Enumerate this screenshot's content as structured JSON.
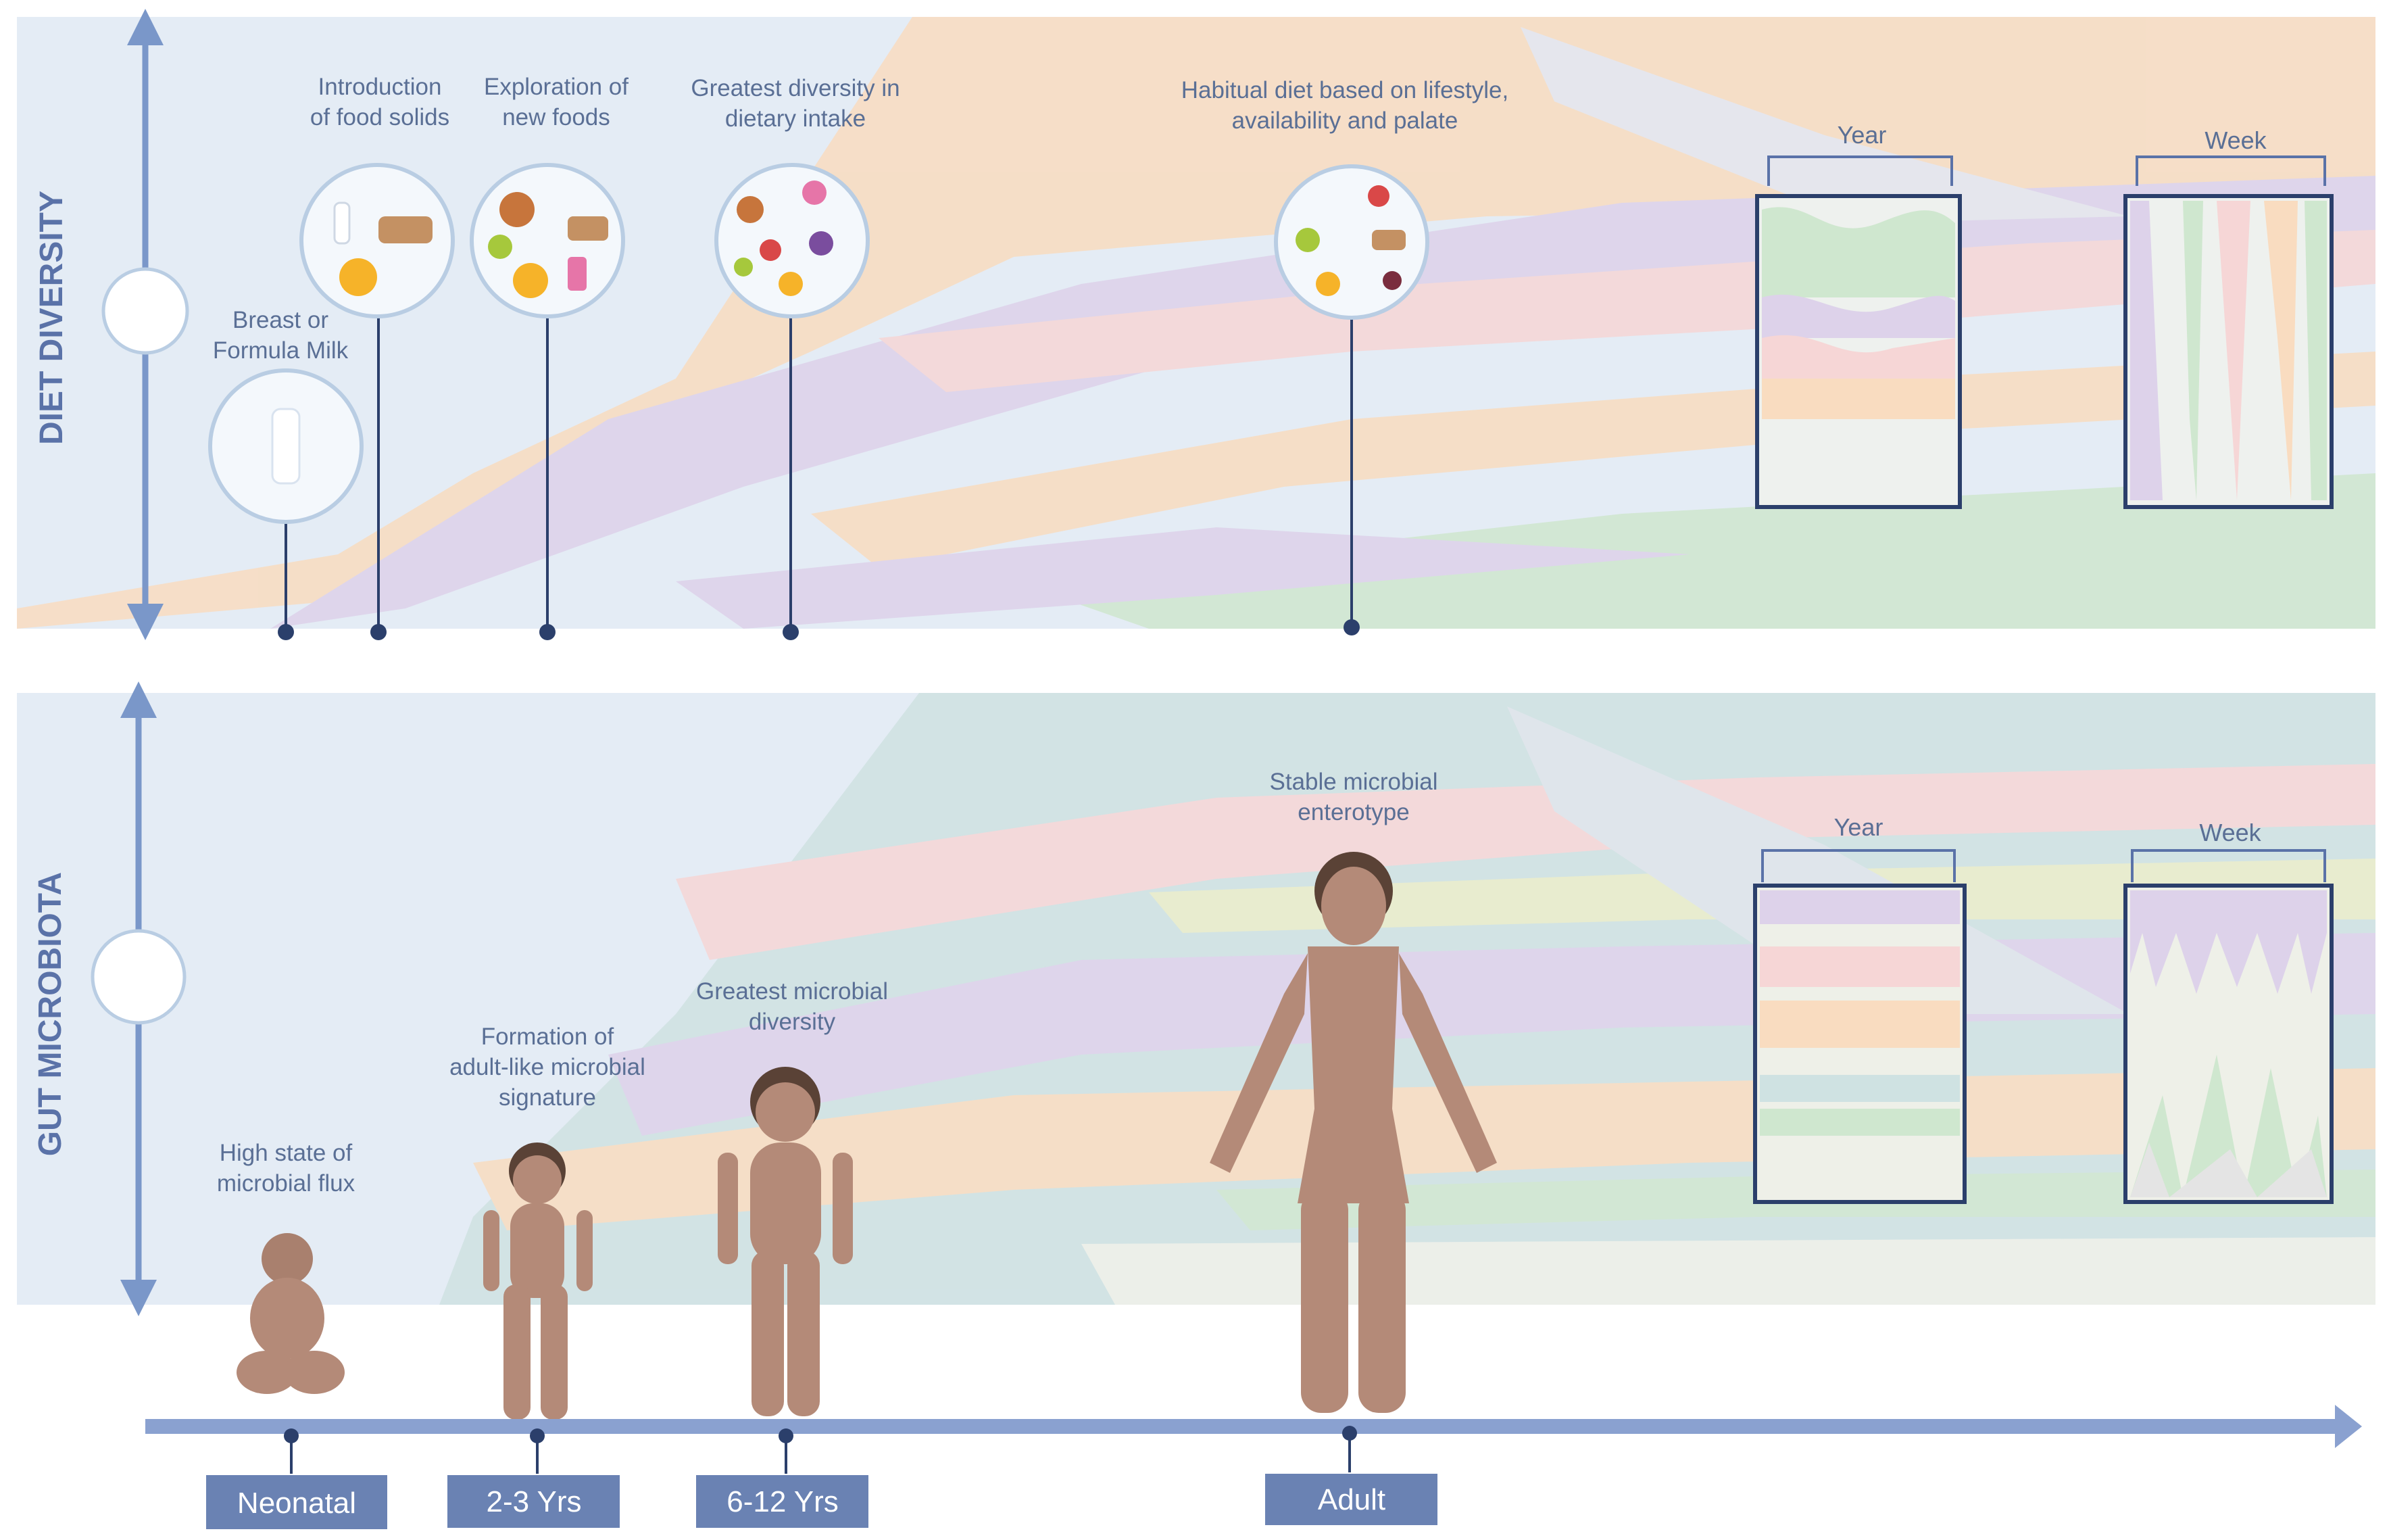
{
  "diet": {
    "axis_label": "DIET DIVERSITY",
    "milestones": [
      {
        "label_lines": [
          "Breast or",
          "Formula Milk"
        ]
      },
      {
        "label_lines": [
          "Introduction",
          "of food solids"
        ]
      },
      {
        "label_lines": [
          "Exploration of",
          "new foods"
        ]
      },
      {
        "label_lines": [
          "Greatest diversity in",
          "dietary intake"
        ]
      },
      {
        "label_lines": [
          "Habitual diet based on lifestyle,",
          "availability and palate"
        ]
      }
    ],
    "year_label": "Year",
    "week_label": "Week"
  },
  "gut": {
    "axis_label": "GUT MICROBIOTA",
    "milestones": [
      {
        "label_lines": [
          "High state of",
          "microbial flux"
        ]
      },
      {
        "label_lines": [
          "Formation of",
          "adult-like microbial",
          "signature"
        ]
      },
      {
        "label_lines": [
          "Greatest microbial",
          "diversity"
        ]
      },
      {
        "label_lines": [
          "Stable microbial",
          "enterotype"
        ]
      }
    ],
    "year_label": "Year",
    "week_label": "Week"
  },
  "timeline": {
    "stages": [
      "Neonatal",
      "2-3 Yrs",
      "6-12 Yrs",
      "Adult"
    ]
  },
  "colors": {
    "panel_bg": "#e4ecf5",
    "band_peach": "#f9dcc0",
    "band_lavender": "#ddd2ea",
    "band_green": "#cfe7cf",
    "band_pink": "#f6d6d6",
    "band_teal": "#cfe2e2",
    "accent": "#7a97c9",
    "stage_box": "#6a82b3",
    "frame": "#2b3f6b",
    "skin": "#b48a78",
    "hair": "#5a4236"
  }
}
